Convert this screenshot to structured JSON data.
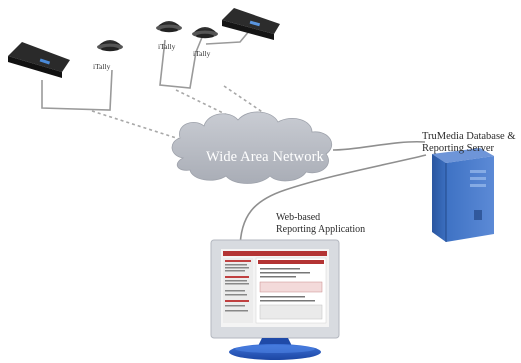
{
  "network": {
    "wan_label": "Wide Area Network"
  },
  "server": {
    "label_line1": "TruMedia Database &",
    "label_line2": "Reporting Server"
  },
  "client": {
    "label_line1": "Web-based",
    "label_line2": "Reporting Application"
  },
  "devices": {
    "camera_label": "iTally"
  },
  "colors": {
    "cloud": "#b9bcc4",
    "server": "#2f5fa8",
    "monitor_frame": "#d7dadf",
    "monitor_stand": "#2a5ec9",
    "cable": "#8f8f8f",
    "dashed_link": "#a9a9a9"
  }
}
